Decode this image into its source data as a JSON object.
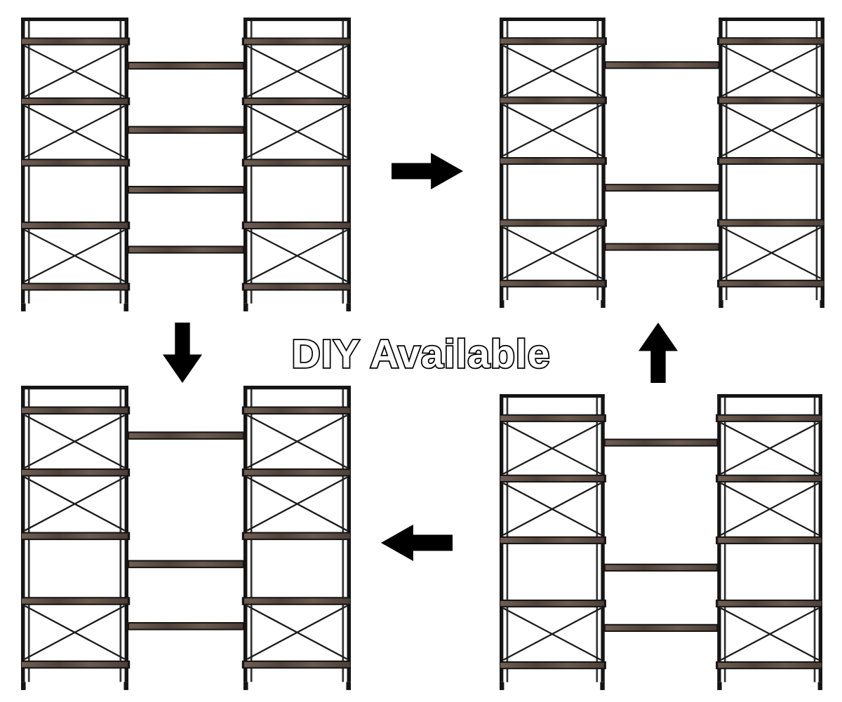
{
  "title": {
    "text": "DIY Available"
  },
  "illustrations": {
    "top_left": "triple-wide-bookshelf-config-1-four-middle-shelves",
    "top_right": "triple-wide-bookshelf-config-2-three-middle-shelves",
    "bottom_left": "triple-wide-bookshelf-config-3-three-middle-shelves",
    "bottom_right": "triple-wide-bookshelf-config-4-three-middle-shelves"
  },
  "icons": {
    "arrow_right": "right-arrow",
    "arrow_down": "down-arrow",
    "arrow_up": "up-arrow",
    "arrow_left": "left-arrow"
  },
  "colors": {
    "background": "#ffffff",
    "frame": "#151515",
    "wood": "#5d4f47",
    "wood_light": "#7d6c61",
    "arrow": "#000000",
    "text_fill": "#ffffff",
    "text_outline": "#000000"
  }
}
